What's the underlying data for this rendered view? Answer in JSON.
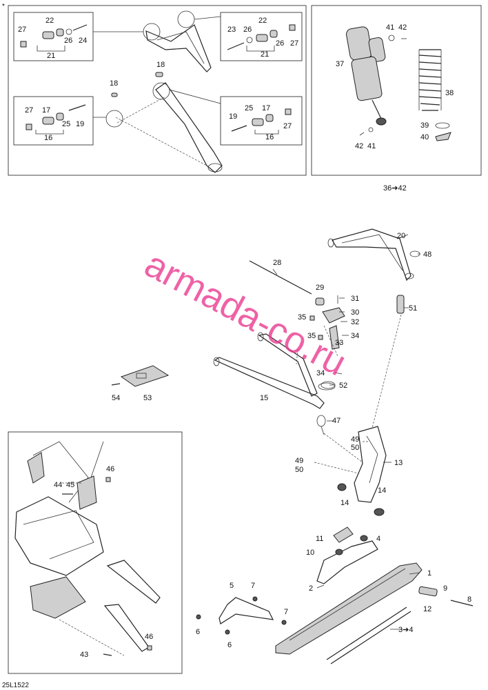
{
  "watermark": "armada-co.ru",
  "diagram_id": "25L1522",
  "top_mark": "*",
  "kit_ref": "36➔42",
  "ref_3_4": "3➔4",
  "callouts": {
    "c1": "1",
    "c2": "2",
    "c4": "4",
    "c5": "5",
    "c6a": "6",
    "c6b": "6",
    "c7a": "7",
    "c7b": "7",
    "c8": "8",
    "c9": "9",
    "c10": "10",
    "c11": "11",
    "c12": "12",
    "c13": "13",
    "c14a": "14",
    "c14b": "14",
    "c15": "15",
    "c16a": "16",
    "c16b": "16",
    "c17a": "17",
    "c17b": "17",
    "c18a": "18",
    "c18b": "18",
    "c19a": "19",
    "c19b": "19",
    "c20": "20",
    "c21a": "21",
    "c21b": "21",
    "c22a": "22",
    "c22b": "22",
    "c23": "23",
    "c24": "24",
    "c25a": "25",
    "c25b": "25",
    "c26a": "26",
    "c26b": "26",
    "c27a": "27",
    "c27b": "27",
    "c27c": "27",
    "c27d": "27",
    "c28": "28",
    "c29": "29",
    "c30": "30",
    "c31": "31",
    "c32": "32",
    "c33": "33",
    "c34a": "34",
    "c34b": "34",
    "c35a": "35",
    "c35b": "35",
    "c37": "37",
    "c38": "38",
    "c39": "39",
    "c40": "40",
    "c41a": "41",
    "c41b": "41",
    "c42a": "42",
    "c42b": "42",
    "c43": "43",
    "c44": "44",
    "c45": "45",
    "c46a": "46",
    "c46b": "46",
    "c47": "47",
    "c48": "48",
    "c49a": "49",
    "c49b": "49",
    "c50a": "50",
    "c50b": "50",
    "c51": "51",
    "c52": "52",
    "c53": "53",
    "c54": "54"
  }
}
